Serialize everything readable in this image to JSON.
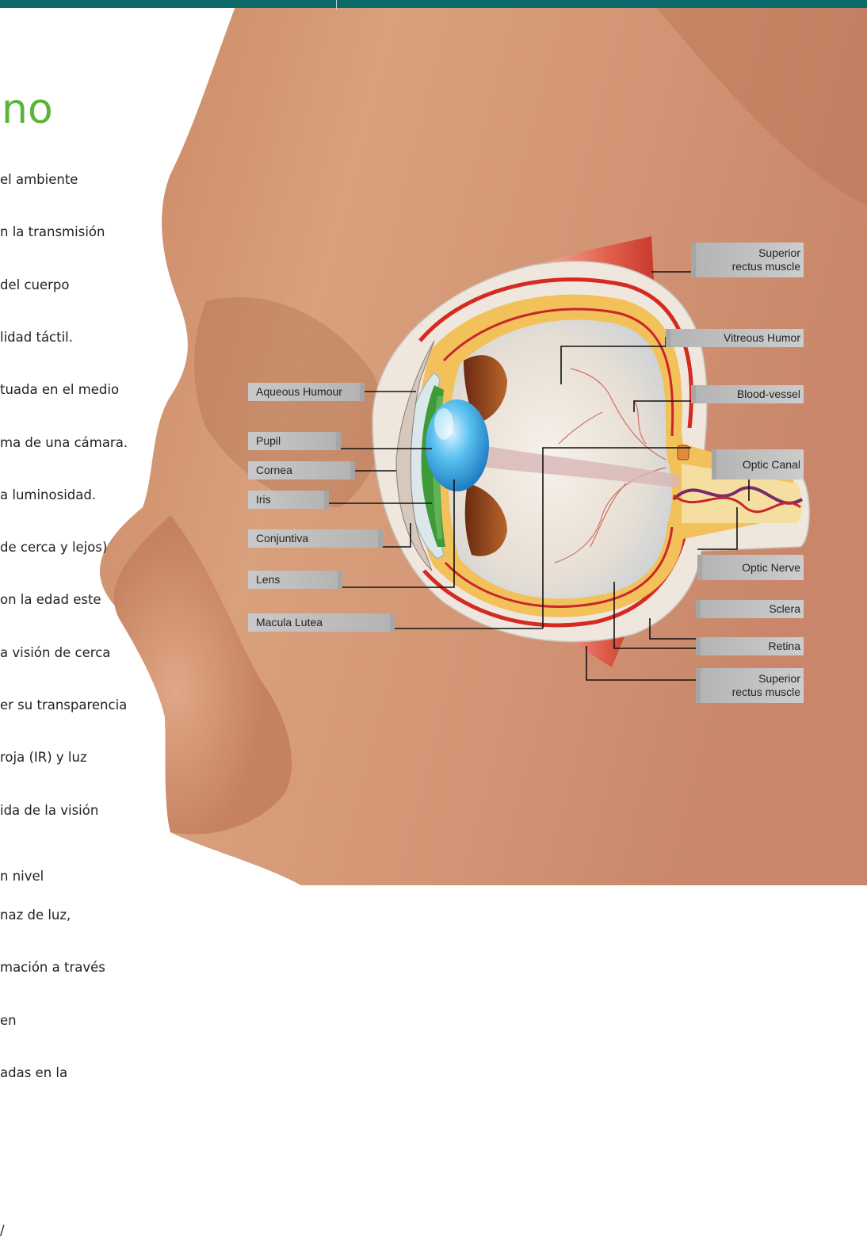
{
  "header": {
    "title": "no"
  },
  "body_lines": [
    "el ambiente",
    "n la transmisión",
    "del cuerpo",
    "lidad táctil.",
    "tuada en el medio",
    "ma de una cámara.",
    "a luminosidad.",
    "de cerca y lejos)",
    "on la edad este",
    "a visión de cerca",
    "er su transparencia",
    "roja (IR) y luz",
    "ida de la visión",
    "",
    "naz de luz,",
    "mación a través",
    "en",
    "adas en la",
    "",
    "",
    "/"
  ],
  "footer_fragment": "n nivel",
  "colors": {
    "topbar": "#0d6a6b",
    "title": "#5ab43a",
    "skin": "#d99c7a",
    "label_bg": "#c4c4c4",
    "label_tab": "#a6a6a6",
    "sclera_red": "#d42a22",
    "choroid_yellow": "#f2c15a",
    "lens_blue": "#3fb0e8",
    "iris_green": "#3f9a3a",
    "muscle_red": "#e05a4a"
  },
  "labels_left": {
    "aqueous": "Aqueous Humour",
    "pupil": "Pupil",
    "cornea": "Cornea",
    "iris": "Iris",
    "conjuntiva": "Conjuntiva",
    "lens": "Lens",
    "macula": "Macula Lutea"
  },
  "labels_right": {
    "superior_top_1": "Superior",
    "superior_top_2": "rectus muscle",
    "vitreous": "Vitreous Humor",
    "blood_vessel": "Blood-vessel",
    "optic_canal": "Optic Canal",
    "optic_nerve": "Optic Nerve",
    "sclera": "Sclera",
    "retina": "Retina",
    "superior_bottom_1": "Superior",
    "superior_bottom_2": "rectus muscle"
  }
}
